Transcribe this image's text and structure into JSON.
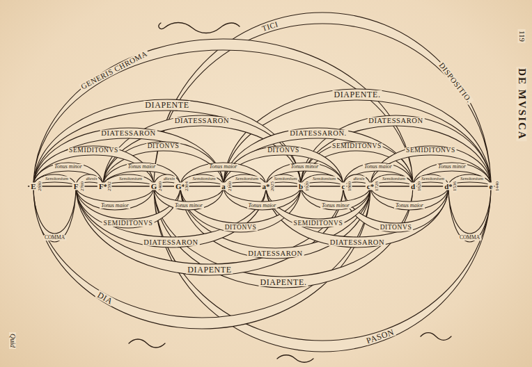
{
  "diagram": {
    "labels": [
      "GENERIS CHROMA",
      "TICI",
      "DISPOSITIO.",
      "119",
      "DE MVSICA",
      "DIAPENTE.",
      "DIAPENTE",
      "DIATESSARON",
      "DIATESSARON",
      "DIATESSARON.",
      "DIATESSARON",
      "SEMIDITONVS",
      "DITONVS",
      "DITONVS",
      "SEMIDITONVS",
      "SEMIDITONVS",
      "Tonus minor",
      "Tonus maior",
      "Tonus maior",
      "Tonus minor",
      "Tonus maior",
      "Tonus minor",
      "Semitonium",
      "diesis",
      "Semitonium",
      "diesis",
      "Semitonium",
      "Semitonium",
      "Semitonium",
      "Semitonium",
      "diesis",
      "Semitonium",
      "Semitonium",
      "Semitonium",
      "E",
      "F",
      "F*",
      "G",
      "G*",
      "a",
      "a*",
      "b",
      "c",
      "c*",
      "d",
      "d*",
      "e",
      "2880",
      "2700",
      "2592",
      "2400",
      "2304",
      "2160",
      "2025",
      "1920",
      "1800",
      "1728",
      "1620",
      "1536",
      "1440",
      "Tonus maior",
      "Tonus minor",
      "Tonus maior",
      "Tonus minor",
      "Tonus maior",
      "SEMIDITONVS",
      "DITONVS",
      "SEMIDITONVS",
      "DITONVS",
      "DIATESSARON",
      "DIATESSARON",
      "DIATESSARON",
      "DIAPENTE",
      "DIAPENTE.",
      "COMMA",
      "COMMA",
      "DIA",
      "PASON",
      "Quid"
    ]
  }
}
